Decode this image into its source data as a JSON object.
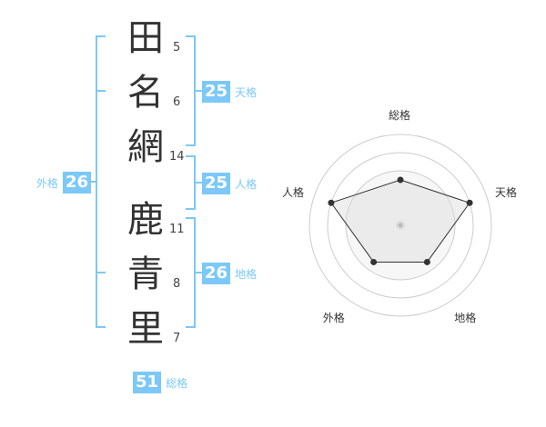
{
  "name_chars": [
    {
      "char": "田",
      "strokes": "5"
    },
    {
      "char": "名",
      "strokes": "6"
    },
    {
      "char": "網",
      "strokes": "14"
    },
    {
      "char": "鹿",
      "strokes": "11"
    },
    {
      "char": "青",
      "strokes": "8"
    },
    {
      "char": "里",
      "strokes": "7"
    }
  ],
  "fortunes": {
    "tenkaku": {
      "label": "天格",
      "value": "25"
    },
    "jinkaku": {
      "label": "人格",
      "value": "25"
    },
    "chikaku": {
      "label": "地格",
      "value": "26"
    },
    "gaikaku": {
      "label": "外格",
      "value": "26"
    },
    "soukaku": {
      "label": "総格",
      "value": "51"
    }
  },
  "colors": {
    "accent": "#7cc8f8",
    "text": "#333333",
    "radar_fill": "#f0f0f0"
  },
  "chart_data": {
    "type": "radar",
    "axes": [
      "総格",
      "天格",
      "地格",
      "外格",
      "人格"
    ],
    "values": [
      0.5,
      0.8,
      0.5,
      0.5,
      0.8
    ],
    "rings": 3
  }
}
